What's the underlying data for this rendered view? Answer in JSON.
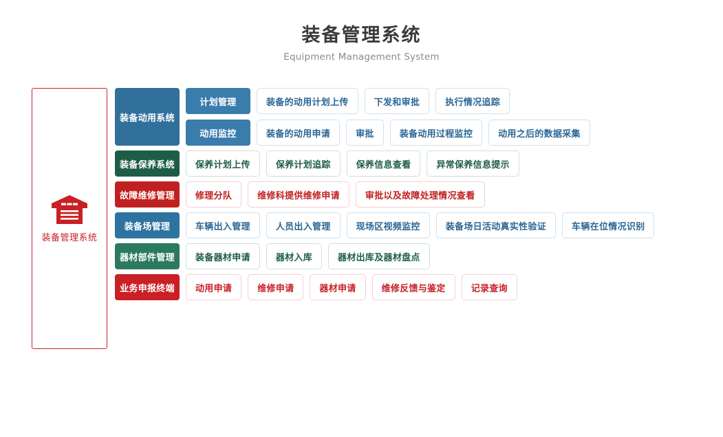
{
  "header": {
    "title_cn": "装备管理系统",
    "title_en": "Equipment Management System"
  },
  "left_panel": {
    "icon": "warehouse-icon",
    "label": "装备管理系统",
    "border_color": "#c92026",
    "text_color": "#c92026"
  },
  "palette": {
    "blue_dark": "#31709b",
    "blue_sub": "#3a7cac",
    "blue": "#2e73a0",
    "green_dark": "#1e5d45",
    "green": "#2b7a5d",
    "red_dark": "#c0201f",
    "red": "#c92026",
    "item_border_blue": "#cfe0ee",
    "item_border_green": "#cfe0dc",
    "item_border_red": "#f2cfd2",
    "title_color": "#3a3a3a",
    "subtitle_color": "#8a8a8a"
  },
  "rows": [
    {
      "category": "装备动用系统",
      "theme": "theme-blue-dark",
      "tall": true,
      "subgroups": [
        {
          "label": "计划管理",
          "items": [
            "装备的动用计划上传",
            "下发和审批",
            "执行情况追踪"
          ]
        },
        {
          "label": "动用监控",
          "items": [
            "装备的动用申请",
            "审批",
            "装备动用过程监控",
            "动用之后的数据采集"
          ]
        }
      ]
    },
    {
      "category": "装备保养系统",
      "theme": "theme-green-dark",
      "tall": false,
      "subgroups": [
        {
          "label": null,
          "items": [
            "保养计划上传",
            "保养计划追踪",
            "保养信息查看",
            "异常保养信息提示"
          ]
        }
      ]
    },
    {
      "category": "故障维修管理",
      "theme": "theme-red-dark",
      "tall": false,
      "subgroups": [
        {
          "label": null,
          "items": [
            "修理分队",
            "维修科提供维修申请",
            "审批以及故障处理情况查看"
          ]
        }
      ]
    },
    {
      "category": "装备场管理",
      "theme": "theme-blue",
      "tall": false,
      "subgroups": [
        {
          "label": null,
          "items": [
            "车辆出入管理",
            "人员出入管理",
            "现场区视频监控",
            "装备场日活动真实性验证",
            "车辆在位情况识别"
          ]
        }
      ]
    },
    {
      "category": "器材部件管理",
      "theme": "theme-green",
      "tall": false,
      "subgroups": [
        {
          "label": null,
          "items": [
            "装备器材申请",
            "器材入库",
            "器材出库及器材盘点"
          ]
        }
      ]
    },
    {
      "category": "业务申报终端",
      "theme": "theme-red",
      "tall": false,
      "subgroups": [
        {
          "label": null,
          "items": [
            "动用申请",
            "维修申请",
            "器材申请",
            "维修反馈与鉴定",
            "记录查询"
          ]
        }
      ]
    }
  ]
}
